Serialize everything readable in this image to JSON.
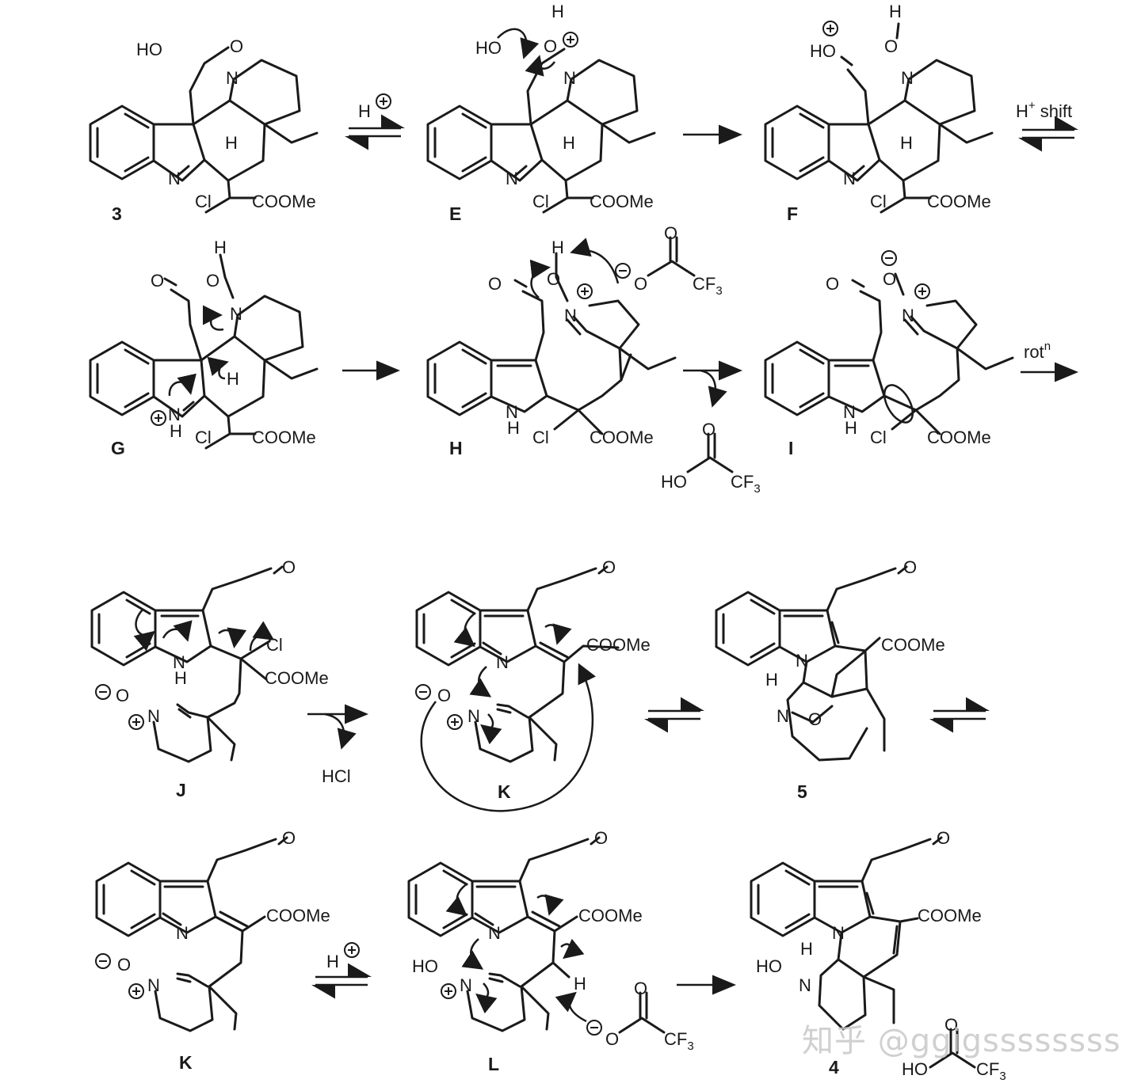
{
  "compounds": [
    {
      "id": "c3",
      "label": "3"
    },
    {
      "id": "cE",
      "label": "E"
    },
    {
      "id": "cF",
      "label": "F"
    },
    {
      "id": "cG",
      "label": "G"
    },
    {
      "id": "cH",
      "label": "H"
    },
    {
      "id": "cI",
      "label": "I"
    },
    {
      "id": "cJ",
      "label": "J"
    },
    {
      "id": "cK1",
      "label": "K"
    },
    {
      "id": "c5",
      "label": "5"
    },
    {
      "id": "cK2",
      "label": "K"
    },
    {
      "id": "cL",
      "label": "L"
    },
    {
      "id": "c4",
      "label": "4"
    }
  ],
  "atoms": {
    "HO": "HO",
    "O": "O",
    "N": "N",
    "H": "H",
    "Cl": "Cl",
    "COOMe": "COOMe",
    "CF": "CF",
    "three": "3",
    "HCl": "HCl",
    "NH_N": "N",
    "NH_H": "H"
  },
  "conditions": {
    "h_plus": "H",
    "h_shift": "H",
    "h_shift_sup": "+",
    "h_shift_text": " shift",
    "rot": "rot",
    "rot_sup": "n",
    "hcl": "HCl"
  },
  "charges": {
    "plus": "+",
    "minus": "−"
  },
  "byproducts": {
    "tfa_acid_ho": "HO",
    "tfa_acid_o": "O",
    "tfa_acid_cf": "CF",
    "tfa_acid_3": "3"
  },
  "watermark": "知乎 @ggigssssssss"
}
